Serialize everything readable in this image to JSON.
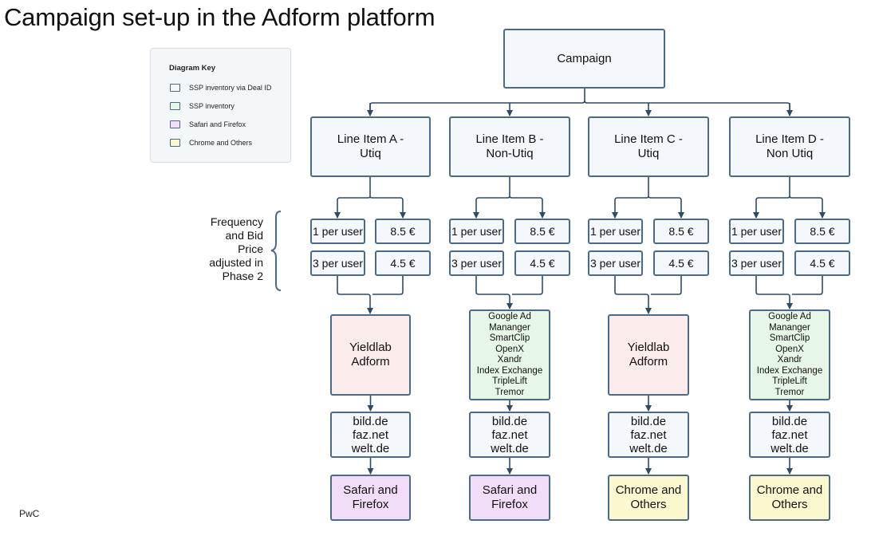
{
  "title": "Campaign set-up in the Adform platform",
  "footer": "PwC",
  "colors": {
    "border": "#4c6a86",
    "default_fill": "#f4f8fc",
    "deal_id": "#f4f8fc",
    "ssp": "#e6f7e8",
    "safari_firefox": "#f2ddf8",
    "chrome_others": "#fbf8cf",
    "pink_fill": "#fcebeb"
  },
  "key": {
    "title": "Diagram Key",
    "items": [
      {
        "label": "SSP inventory via Deal ID",
        "color": "#f4f8fc"
      },
      {
        "label": "SSP inventory",
        "color": "#e6f7e8"
      },
      {
        "label": "Safari and Firefox",
        "color": "#f2ddf8"
      },
      {
        "label": "Chrome and Others",
        "color": "#fbf8cf"
      }
    ]
  },
  "phase_label": "Frequency and Bid Price adjusted in Phase 2",
  "campaign": "Campaign",
  "line_items": [
    {
      "name": "Line Item A - Utiq",
      "freq1": "1 per user",
      "price1": "8.5 €",
      "freq2": "3 per user",
      "price2": "4.5 €",
      "inventory": [
        "Yieldlab",
        "Adform"
      ],
      "inventory_color": "#fcebeb",
      "sites": [
        "bild.de",
        "faz.net",
        "welt.de"
      ],
      "browser": [
        "Safari and",
        "Firefox"
      ],
      "browser_color": "#f2ddf8"
    },
    {
      "name": "Line Item B - Non-Utiq",
      "freq1": "1 per user",
      "price1": "8.5 €",
      "freq2": "3 per user",
      "price2": "4.5 €",
      "inventory": [
        "Google Ad",
        "Mananger",
        "SmartClip",
        "OpenX",
        "Xandr",
        "Index Exchange",
        "TripleLift",
        "Tremor"
      ],
      "inventory_color": "#e6f7e8",
      "sites": [
        "bild.de",
        "faz.net",
        "welt.de"
      ],
      "browser": [
        "Safari and",
        "Firefox"
      ],
      "browser_color": "#f2ddf8"
    },
    {
      "name": "Line Item C - Utiq",
      "freq1": "1 per user",
      "price1": "8.5 €",
      "freq2": "3 per user",
      "price2": "4.5 €",
      "inventory": [
        "Yieldlab",
        "Adform"
      ],
      "inventory_color": "#fcebeb",
      "sites": [
        "bild.de",
        "faz.net",
        "welt.de"
      ],
      "browser": [
        "Chrome and",
        "Others"
      ],
      "browser_color": "#fbf8cf"
    },
    {
      "name": "Line Item D - Non Utiq",
      "freq1": "1 per user",
      "price1": "8.5 €",
      "freq2": "3 per user",
      "price2": "4.5 €",
      "inventory": [
        "Google Ad",
        "Mananger",
        "SmartClip",
        "OpenX",
        "Xandr",
        "Index Exchange",
        "TripleLift",
        "Tremor"
      ],
      "inventory_color": "#e6f7e8",
      "sites": [
        "bild.de",
        "faz.net",
        "welt.de"
      ],
      "browser": [
        "Chrome and",
        "Others"
      ],
      "browser_color": "#fbf8cf"
    }
  ]
}
